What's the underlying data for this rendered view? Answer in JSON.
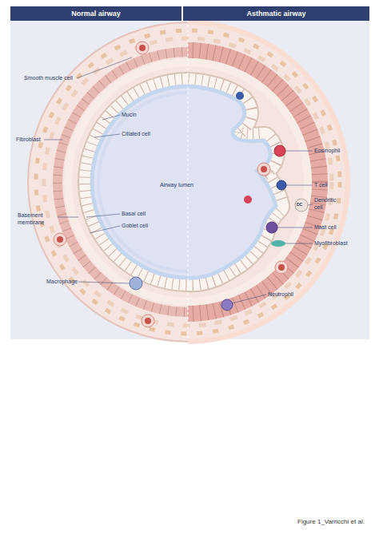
{
  "diagram": {
    "caption": "Figure 1_Varricchi et al.",
    "nodes": [
      {
        "text": [
          "Normal airway"
        ]
      },
      {
        "text": [
          "Asthmatic airway"
        ]
      }
    ],
    "labels": [
      "Smooth muscle cell",
      "Mucin",
      "Fibroblast",
      "Ciliated cell",
      "Airway lumen",
      "Basement membrane",
      "Basal cell",
      "Goblet cell",
      "Macrophage",
      "Eosinophil",
      "T cell",
      "Dendritic cell",
      "DC",
      "Mast cell",
      "Myofibroblast",
      "Neutrophil"
    ]
  }
}
